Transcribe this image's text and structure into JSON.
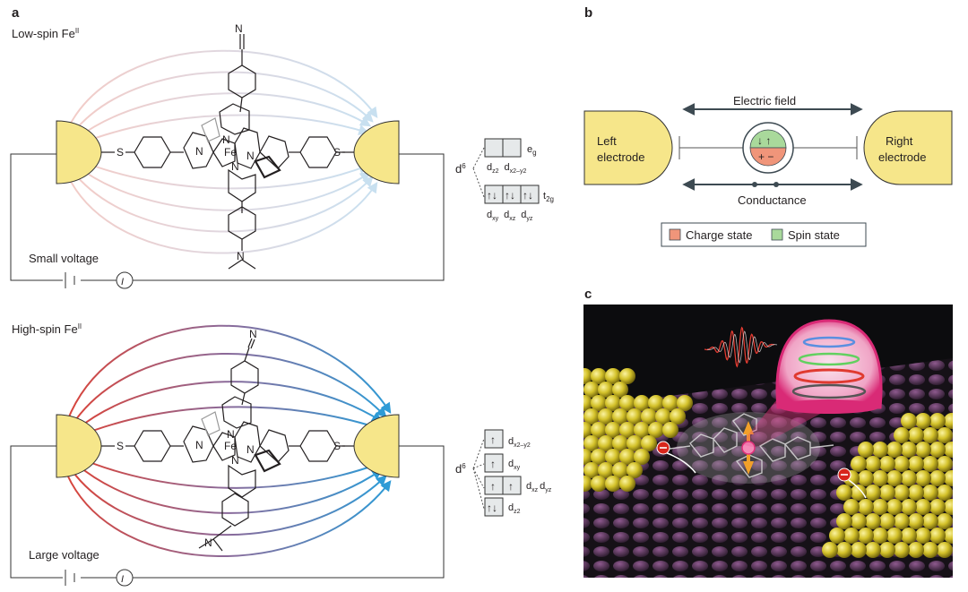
{
  "panel_a": {
    "letter": "a",
    "top": {
      "title": "Low-spin Fe",
      "title_sup": "II",
      "voltage_label": "Small voltage",
      "current_symbol": "I",
      "d_label": "d",
      "d_sup": "6",
      "eg_label": "e",
      "eg_sub": "g",
      "t2g_label": "t",
      "t2g_sub": "2g",
      "orbitals_eg": [
        "d",
        "d"
      ],
      "orbitals_eg_sub": [
        "z2",
        "x2–y2"
      ],
      "orbitals_t2g": [
        "d",
        "d",
        "d"
      ],
      "orbitals_t2g_sub": [
        "xy",
        "xz",
        "yz"
      ]
    },
    "bottom": {
      "title": "High-spin Fe",
      "title_sup": "II",
      "voltage_label": "Large voltage",
      "current_symbol": "I",
      "d_label": "d",
      "d_sup": "6",
      "orbital_labels": [
        "d",
        "d",
        "d",
        "d",
        "d"
      ],
      "orbital_subs": [
        "x2–y2",
        "xy",
        "xz",
        "yz",
        "z2"
      ]
    },
    "molecule_atoms": {
      "fe": "Fe",
      "n": "N",
      "s": "S"
    },
    "colors": {
      "electrode": "#f6e68a",
      "arrow_low_red": "#f3c5c0",
      "arrow_low_blue": "#c3ddef",
      "arrow_high_red": "#d9443a",
      "arrow_high_blue": "#2e9bd6"
    }
  },
  "panel_b": {
    "letter": "b",
    "left_electrode": [
      "Left",
      "electrode"
    ],
    "right_electrode": [
      "Right",
      "electrode"
    ],
    "electric_field": "Electric field",
    "conductance": "Conductance",
    "legend": [
      {
        "label": "Charge state",
        "color": "#f0957a"
      },
      {
        "label": "Spin state",
        "color": "#a9d99b"
      }
    ],
    "charge_symbols": "+ −",
    "spin_symbols": "↓ ↑",
    "colors": {
      "electrode": "#f6e68a",
      "arrow": "#3d4a52"
    }
  },
  "panel_c": {
    "letter": "c",
    "colors": {
      "background": "#0c0c0e",
      "gold": "#d4c22a",
      "bubble": "#e0307a",
      "ring_blue": "#5a8fe0",
      "ring_green": "#62d060",
      "ring_red": "#e03a30",
      "ring_gray": "#555555"
    }
  }
}
